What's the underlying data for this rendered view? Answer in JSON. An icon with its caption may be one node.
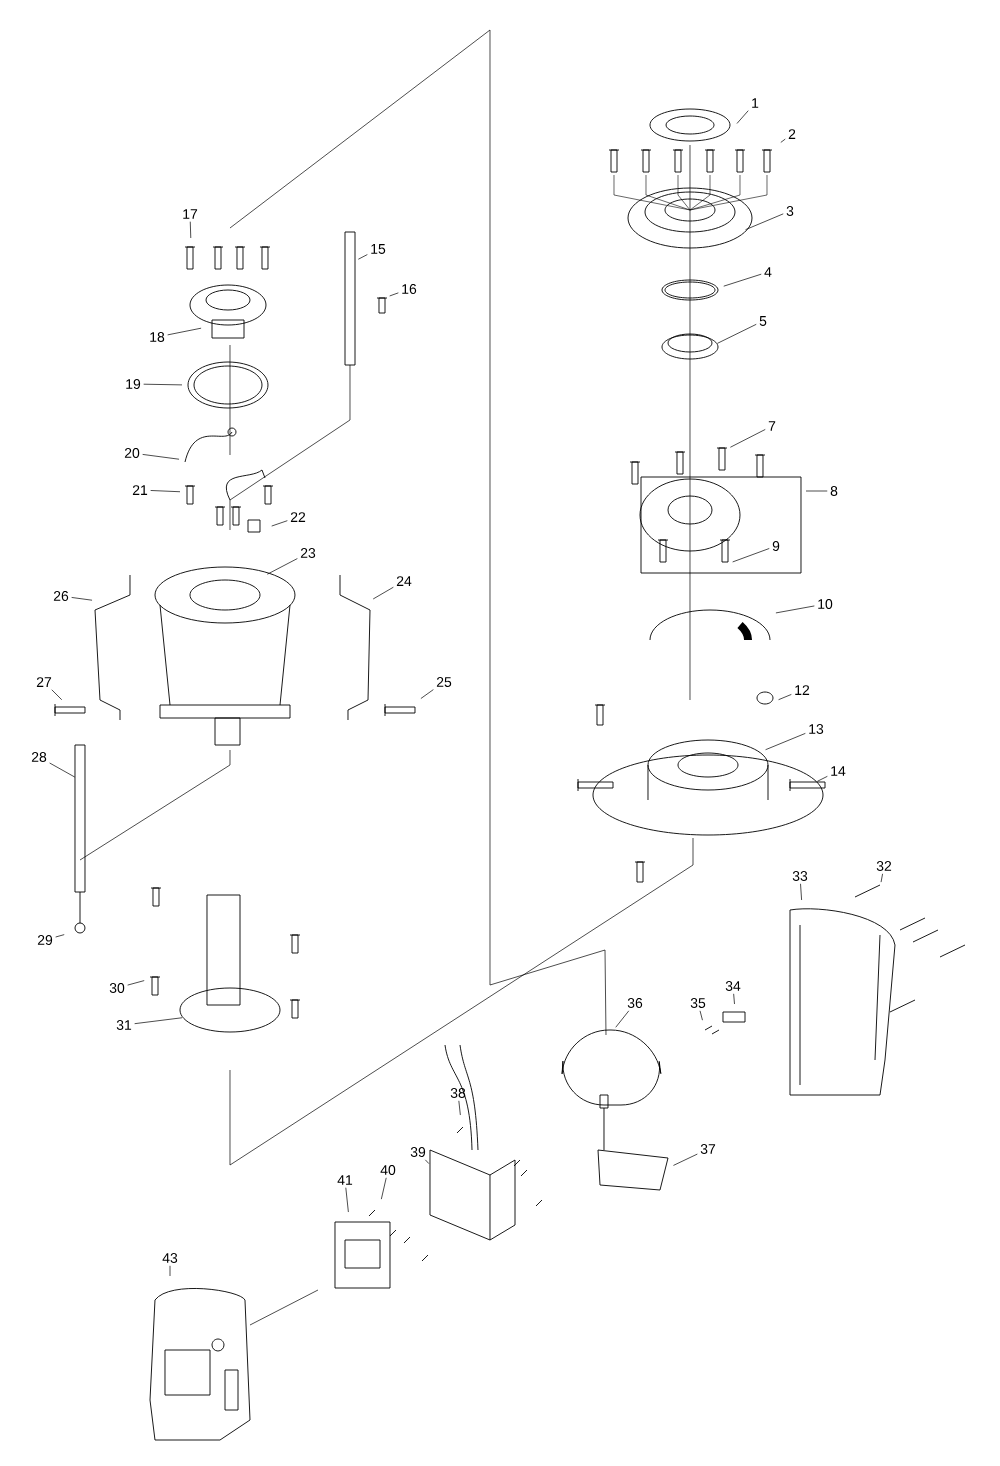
{
  "diagram": {
    "nodes": [
      {
        "text": [
          "1"
        ]
      },
      {
        "text": [
          "2"
        ]
      },
      {
        "text": [
          "3"
        ]
      },
      {
        "text": [
          "4"
        ]
      },
      {
        "text": [
          "5"
        ]
      },
      {
        "text": [
          "7"
        ]
      },
      {
        "text": [
          "8"
        ]
      },
      {
        "text": [
          "9"
        ]
      },
      {
        "text": [
          "10"
        ]
      },
      {
        "text": [
          "12"
        ]
      },
      {
        "text": [
          "13"
        ]
      },
      {
        "text": [
          "14"
        ]
      },
      {
        "text": [
          "15"
        ]
      },
      {
        "text": [
          "16"
        ]
      },
      {
        "text": [
          "17"
        ]
      },
      {
        "text": [
          "18"
        ]
      },
      {
        "text": [
          "19"
        ]
      },
      {
        "text": [
          "20"
        ]
      },
      {
        "text": [
          "21"
        ]
      },
      {
        "text": [
          "22"
        ]
      },
      {
        "text": [
          "23"
        ]
      },
      {
        "text": [
          "24"
        ]
      },
      {
        "text": [
          "25"
        ]
      },
      {
        "text": [
          "26"
        ]
      },
      {
        "text": [
          "27"
        ]
      },
      {
        "text": [
          "28"
        ]
      },
      {
        "text": [
          "29"
        ]
      },
      {
        "text": [
          "30"
        ]
      },
      {
        "text": [
          "31"
        ]
      },
      {
        "text": [
          "32"
        ]
      },
      {
        "text": [
          "33"
        ]
      },
      {
        "text": [
          "34"
        ]
      },
      {
        "text": [
          "35"
        ]
      },
      {
        "text": [
          "36"
        ]
      },
      {
        "text": [
          "37"
        ]
      },
      {
        "text": [
          "38"
        ]
      },
      {
        "text": [
          "39"
        ]
      },
      {
        "text": [
          "40"
        ]
      },
      {
        "text": [
          "41"
        ]
      },
      {
        "text": [
          "43"
        ]
      }
    ],
    "edges": [
      {
        "from": 0,
        "to": null,
        "arrow": "none"
      },
      {
        "from": 1,
        "to": null,
        "arrow": "none"
      },
      {
        "from": 2,
        "to": null,
        "arrow": "none"
      },
      {
        "from": 3,
        "to": null,
        "arrow": "none"
      },
      {
        "from": 4,
        "to": null,
        "arrow": "none"
      },
      {
        "from": 5,
        "to": null,
        "arrow": "none"
      },
      {
        "from": 6,
        "to": null,
        "arrow": "none"
      },
      {
        "from": 7,
        "to": null,
        "arrow": "none"
      },
      {
        "from": 8,
        "to": null,
        "arrow": "none"
      },
      {
        "from": 9,
        "to": null,
        "arrow": "none"
      },
      {
        "from": 10,
        "to": null,
        "arrow": "none"
      },
      {
        "from": 11,
        "to": null,
        "arrow": "none"
      },
      {
        "from": 12,
        "to": null,
        "arrow": "none"
      },
      {
        "from": 13,
        "to": null,
        "arrow": "none"
      },
      {
        "from": 14,
        "to": null,
        "arrow": "none"
      },
      {
        "from": 15,
        "to": null,
        "arrow": "none"
      },
      {
        "from": 16,
        "to": null,
        "arrow": "none"
      },
      {
        "from": 17,
        "to": null,
        "arrow": "none"
      },
      {
        "from": 18,
        "to": null,
        "arrow": "none"
      },
      {
        "from": 19,
        "to": null,
        "arrow": "none"
      },
      {
        "from": 20,
        "to": null,
        "arrow": "none"
      },
      {
        "from": 21,
        "to": null,
        "arrow": "none"
      },
      {
        "from": 22,
        "to": null,
        "arrow": "none"
      },
      {
        "from": 23,
        "to": null,
        "arrow": "none"
      },
      {
        "from": 24,
        "to": null,
        "arrow": "none"
      },
      {
        "from": 25,
        "to": null,
        "arrow": "none"
      },
      {
        "from": 26,
        "to": null,
        "arrow": "none"
      },
      {
        "from": 27,
        "to": null,
        "arrow": "none"
      },
      {
        "from": 28,
        "to": null,
        "arrow": "none"
      },
      {
        "from": 29,
        "to": null,
        "arrow": "none"
      },
      {
        "from": 30,
        "to": null,
        "arrow": "none"
      },
      {
        "from": 31,
        "to": null,
        "arrow": "none"
      },
      {
        "from": 32,
        "to": null,
        "arrow": "none"
      },
      {
        "from": 33,
        "to": null,
        "arrow": "none"
      },
      {
        "from": 34,
        "to": null,
        "arrow": "none"
      },
      {
        "from": 35,
        "to": null,
        "arrow": "none"
      },
      {
        "from": 36,
        "to": null,
        "arrow": "none"
      },
      {
        "from": 37,
        "to": null,
        "arrow": "none"
      },
      {
        "from": 38,
        "to": null,
        "arrow": "none"
      },
      {
        "from": 39,
        "to": null,
        "arrow": "none"
      }
    ]
  }
}
